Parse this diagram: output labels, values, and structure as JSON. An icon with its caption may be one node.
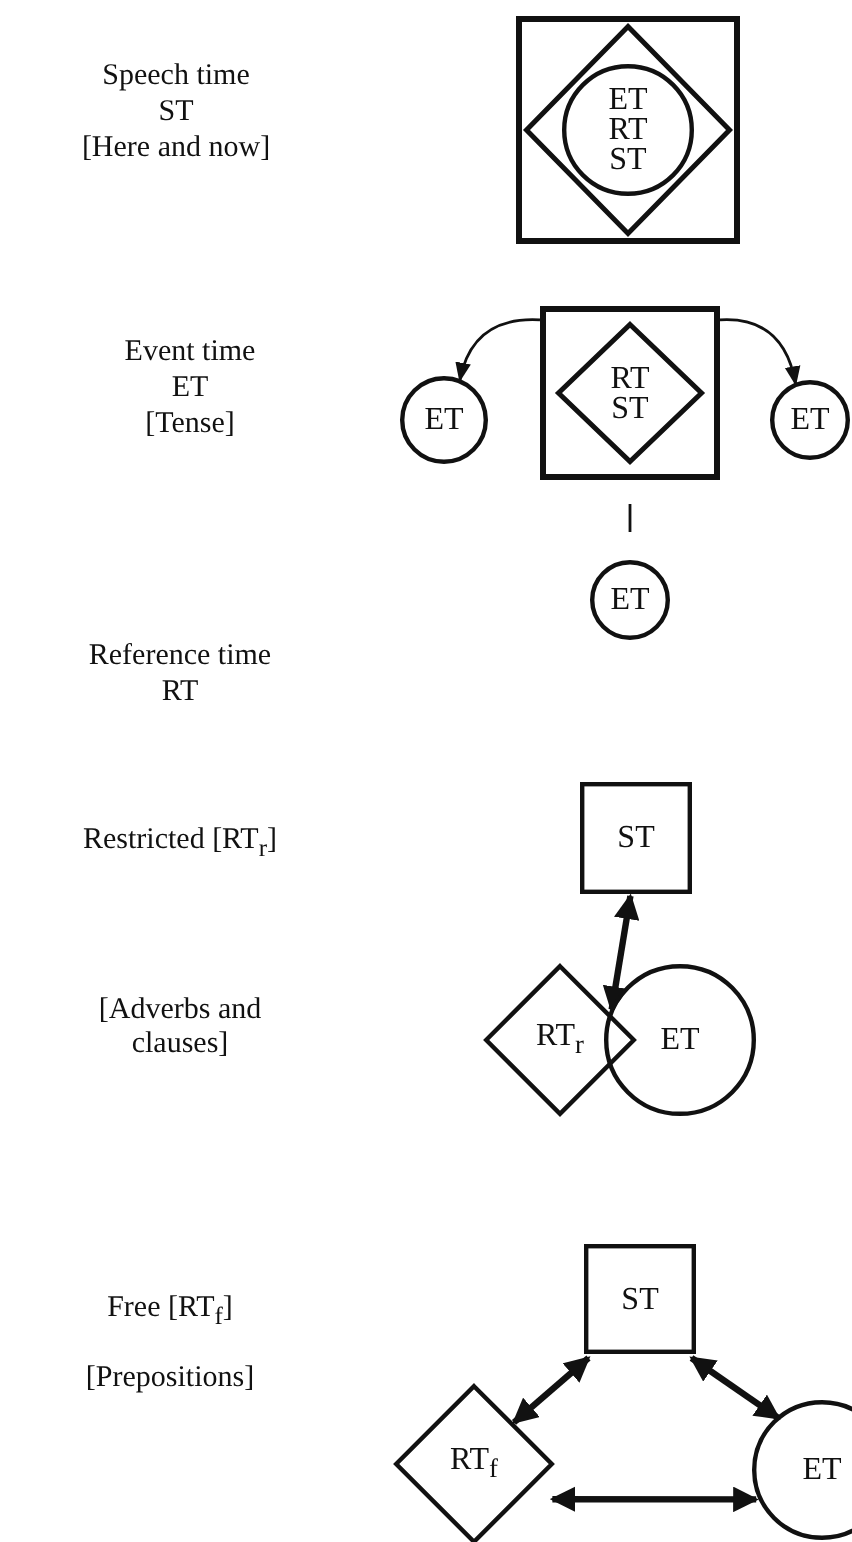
{
  "diagram": {
    "nodes": [
      {
        "text": [],
        "shape": "box"
      },
      {
        "text": [],
        "shape": "diamond",
        "in": 0
      },
      {
        "text": [
          "ET RT ST"
        ],
        "in": 1
      },
      {
        "text": [],
        "shape": "box"
      },
      {
        "text": [
          "RT ST"
        ],
        "in": 3
      },
      {
        "text": [
          "ET"
        ]
      },
      {
        "text": [
          "ET"
        ]
      },
      {
        "text": [
          "ET"
        ]
      },
      {
        "text": [
          "ST"
        ]
      },
      {
        "text": [
          "RT$_{r}$"
        ]
      },
      {
        "text": [
          "ET"
        ]
      },
      {
        "text": [
          "ST"
        ]
      },
      {
        "text": [
          "RT$_{f}$"
        ]
      },
      {
        "text": [
          "ET"
        ]
      }
    ],
    "edges": [
      {
        "from": 3,
        "to": 5,
        "arrow": "to"
      },
      {
        "from": 3,
        "to": 6,
        "arrow": "to"
      },
      {
        "from": 3,
        "to": 7,
        "arrow": "none"
      },
      {
        "from": 8,
        "to": 9,
        "arrow": "both"
      },
      {
        "from": 11,
        "to": 12,
        "arrow": "both"
      },
      {
        "from": 11,
        "to": 13,
        "arrow": "both"
      },
      {
        "from": 12,
        "to": 13,
        "arrow": "both"
      }
    ],
    "labels": [
      "Speech time",
      "ST",
      "[Here and now]",
      "Event time",
      "ET",
      "[Tense]",
      "Reference time",
      "RT",
      "Restricted [RT$_{r}$]",
      "[Adverbs and clauses]",
      "Free [RT$_{f}$]",
      "[Prepositions]"
    ]
  }
}
